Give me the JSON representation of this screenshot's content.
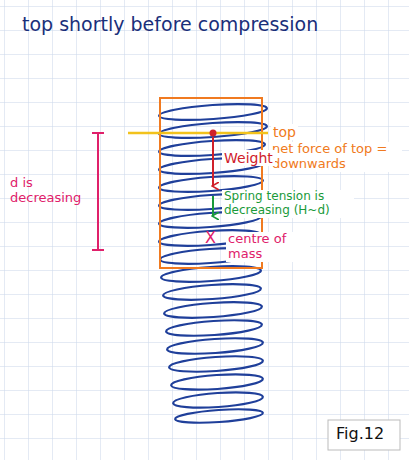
{
  "diagram": {
    "title": "top shortly before compression",
    "caption": "Fig.12",
    "labels": [
      "top",
      "net force of top = downwards",
      "d is decreasing",
      "Weight",
      "Spring tension is decreasing (H~d)",
      "X",
      "centre of mass"
    ]
  }
}
